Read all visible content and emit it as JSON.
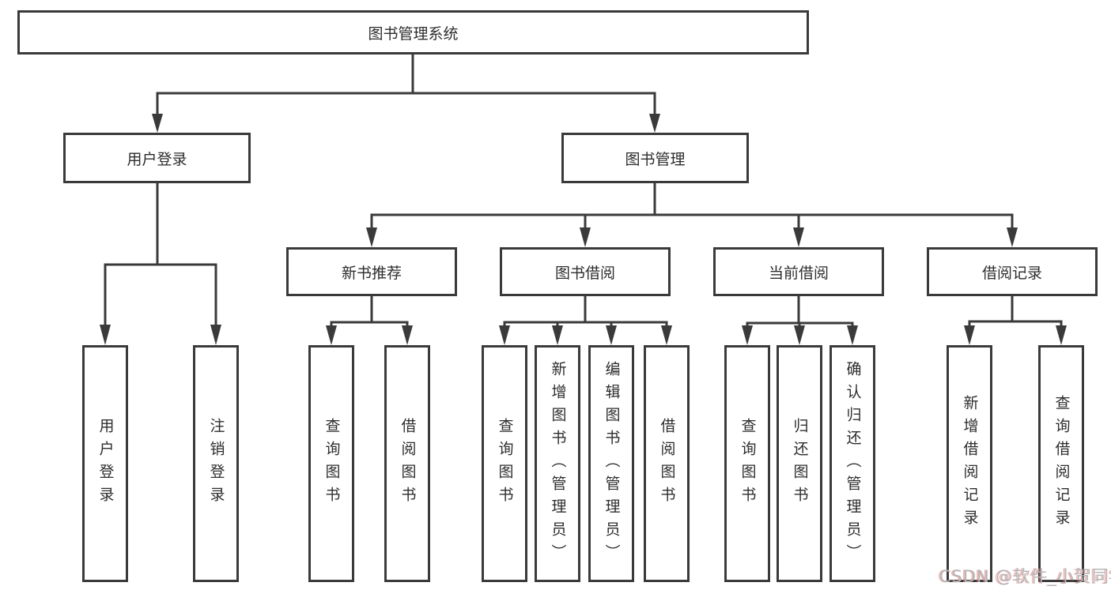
{
  "colors": {
    "line": "#3a3a3a",
    "box_border": "#3a3a3a",
    "text": "#2d2d2d",
    "background": "#ffffff",
    "watermark": "#b5b5b5",
    "watermark_shadow": "#e07979"
  },
  "diagram": {
    "root_label": "图书管理系统",
    "level2": [
      {
        "label": "用户登录"
      },
      {
        "label": "图书管理"
      }
    ],
    "level3": [
      {
        "label": "新书推荐"
      },
      {
        "label": "图书借阅"
      },
      {
        "label": "当前借阅"
      },
      {
        "label": "借阅记录"
      }
    ],
    "leaves": {
      "user_login_group": [
        "用户登录",
        "注销登录"
      ],
      "new_book_group": [
        "查询图书",
        "借阅图书"
      ],
      "book_borrow_group": [
        "查询图书",
        "新增图书（管理员）",
        "编辑图书（管理员）",
        "借阅图书"
      ],
      "current_borrow_group": [
        "查询图书",
        "归还图书",
        "确认归还（管理员）"
      ],
      "borrow_record_group": [
        "新增借阅记录",
        "查询借阅记录"
      ]
    }
  },
  "watermark": {
    "text": "CSDN @软件_小贺同学"
  }
}
